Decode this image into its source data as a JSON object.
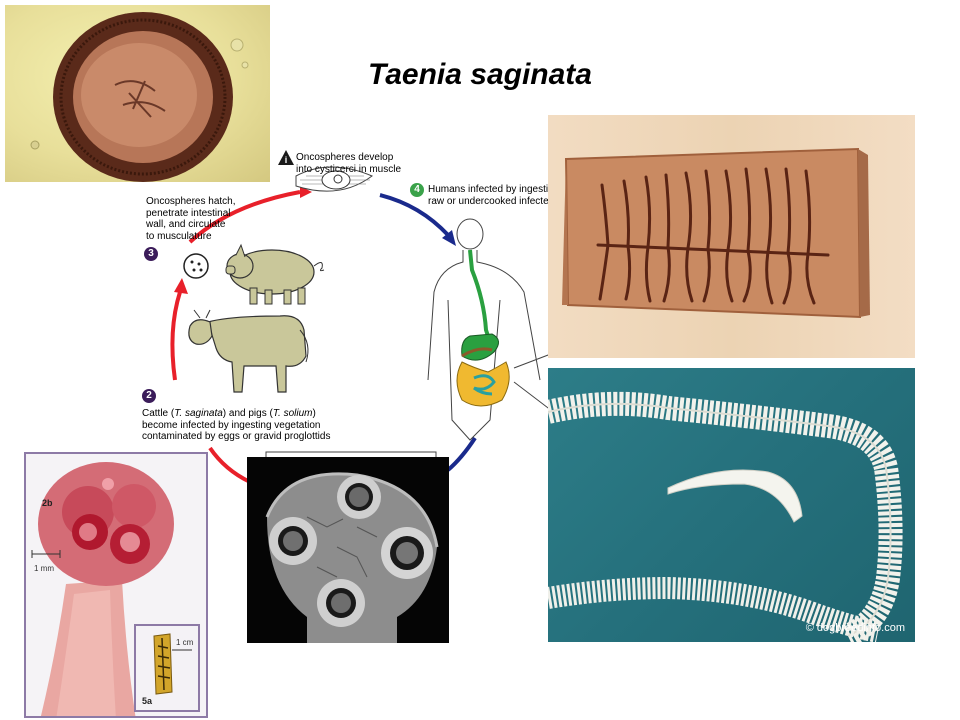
{
  "title": "Taenia saginata",
  "lifecycle": {
    "step_i": {
      "badge": "i",
      "text": [
        "Oncospheres develop",
        "into cysticerci in muscle"
      ]
    },
    "step_4": {
      "badge": "4",
      "text": [
        "Humans infected by ingesting",
        "raw or undercooked infected"
      ]
    },
    "step_3": {
      "badge": "3",
      "text": [
        "Oncospheres hatch,",
        "penetrate intestinal",
        "wall, and circulate",
        "to musculature"
      ]
    },
    "step_2": {
      "badge": "2",
      "line1": "Cattle (",
      "t_sag": "T. saginata",
      "line1b": ") and pigs (",
      "t_sol": "T. solium",
      "line1c": ")",
      "line2": "become infected by ingesting vegetation",
      "line3": "contaminated by eggs or gravid proglottids"
    }
  },
  "figures": {
    "scolex_label": "2b",
    "scolex_scale": "1 mm",
    "proglottid_label": "5a",
    "proglottid_scale": "1 cm"
  },
  "credit": "© dogbreedinfo.com",
  "colors": {
    "red_arrow": "#e8202a",
    "blue_arrow": "#1a2a8c",
    "badge_purple": "#3b1c5a",
    "badge_green": "#3aa24a",
    "badge_dark": "#1a1a1a"
  }
}
